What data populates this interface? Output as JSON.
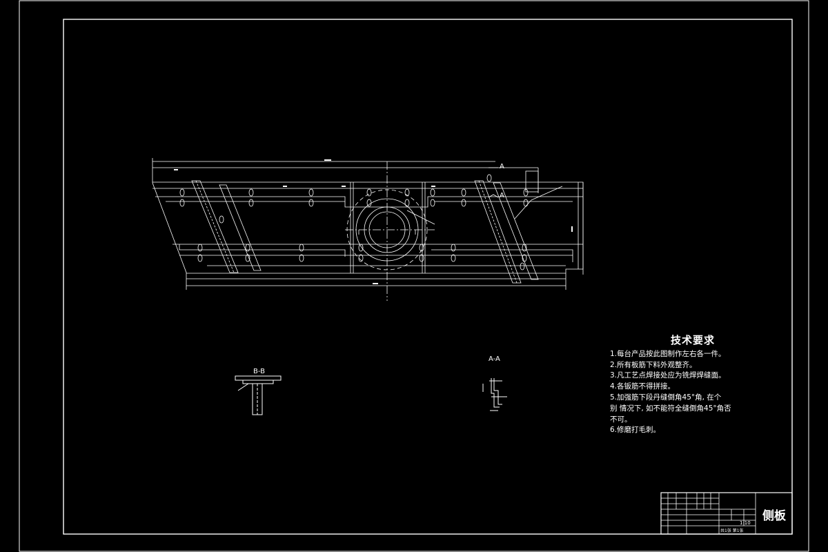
{
  "drawing": {
    "section_bb_label": "B-B",
    "section_aa_label": "A-A",
    "view_marker_a_top": "A",
    "view_marker_a_lower": "A"
  },
  "tech_requirements": {
    "title": "技术要求",
    "items": [
      "1.每台产品按此图制作左右各一件。",
      "2.所有板筋下料外观整齐。",
      "3.凡工艺点焊接处应为铣焊焊缝面。",
      "4.各钣筋不得拼接。",
      "5.加强筋下段丹缝倒角45°角, 在个",
      "别 情况下, 如不能符全缝倒角45°角否",
      "不可。",
      "6.修磨打毛刺。"
    ]
  },
  "title_block": {
    "part_name": "侧板",
    "scale": "1:10",
    "sheet_info": "共1张 第1张"
  },
  "colors": {
    "background": "#000000",
    "lines": "#ffffff"
  }
}
